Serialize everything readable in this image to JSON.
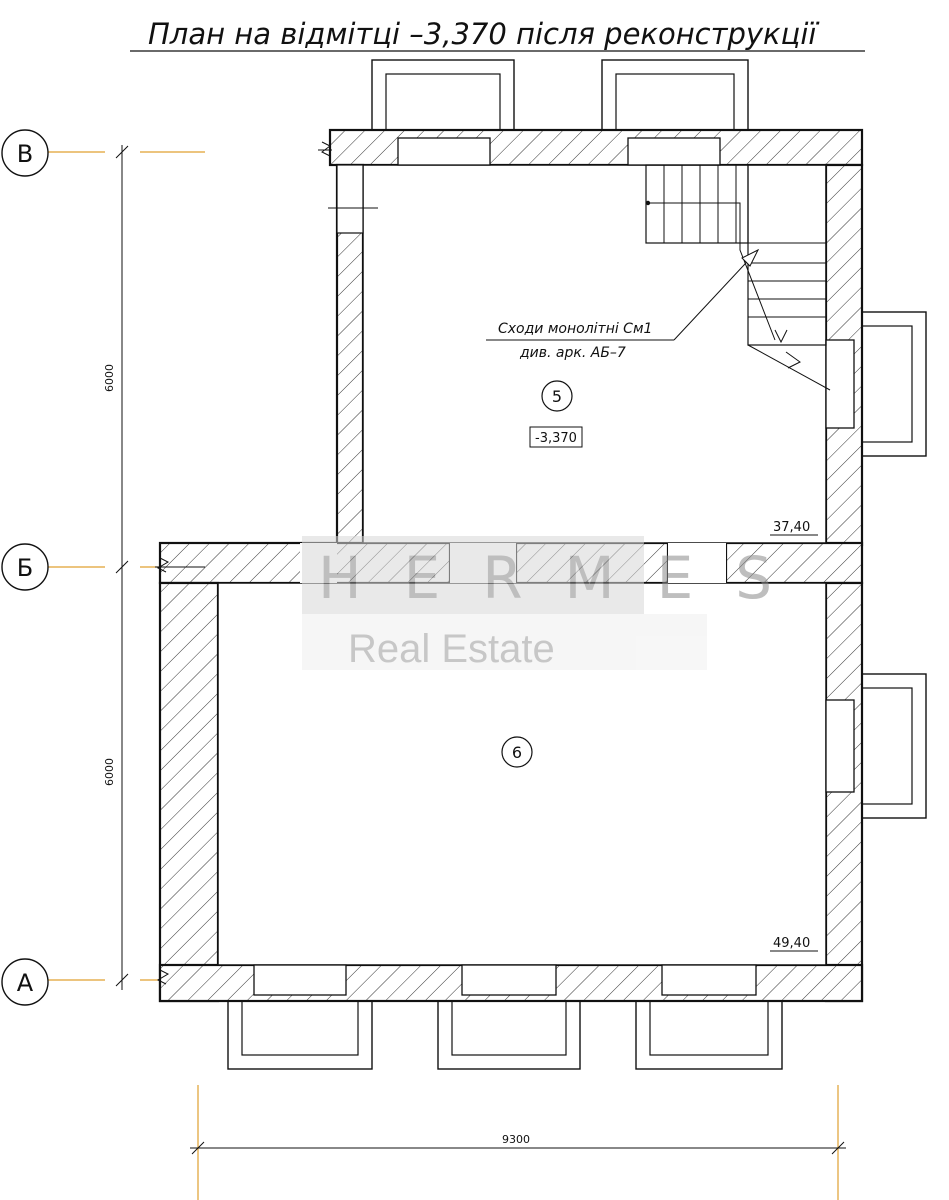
{
  "title": "План на відмітці –3,370 після реконструкції",
  "axes": {
    "top": "В",
    "middle": "Б",
    "bottom": "А"
  },
  "dimensions": {
    "upper_height": "6000",
    "lower_height": "6000",
    "width": "9300"
  },
  "rooms": [
    {
      "number": "5",
      "area": "37,40"
    },
    {
      "number": "6",
      "area": "49,40"
    }
  ],
  "level_mark": "-3,370",
  "stair_note": {
    "line1": "Сходи монолітні См1",
    "line2": "див. арк. АБ–7"
  },
  "watermark": {
    "brand": "HERMES",
    "subtitle": "Real Estate"
  },
  "colors": {
    "axis_line": "#e0a030",
    "ink": "#111111"
  }
}
